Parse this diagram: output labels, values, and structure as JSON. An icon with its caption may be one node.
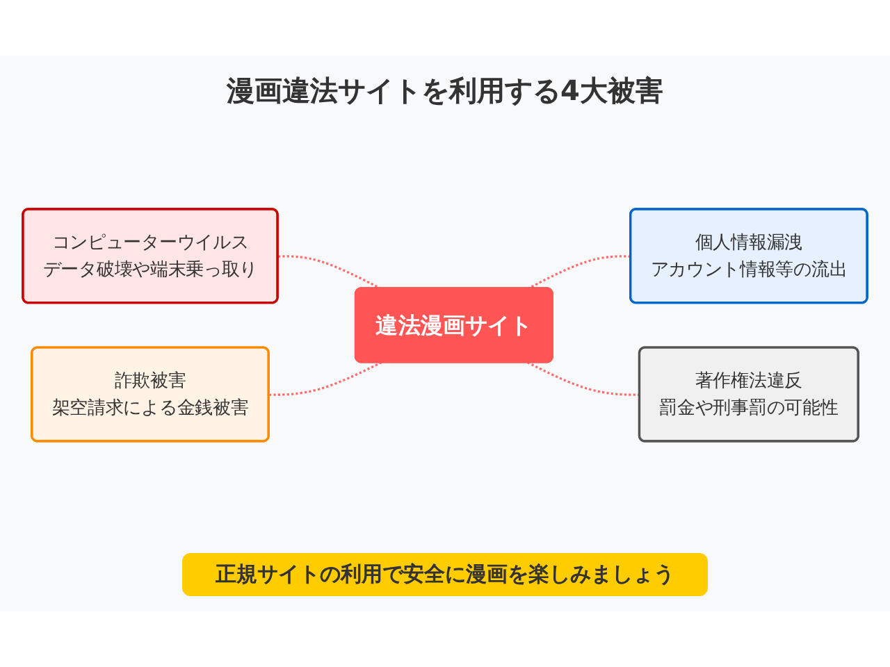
{
  "diagram": {
    "title": "漫画違法サイトを利用する4大被害",
    "nodes": [
      {
        "text": [
          "コンピューターウイルス",
          "データ破壊や端末乗っ取り"
        ]
      },
      {
        "text": [
          "個人情報漏洩",
          "アカウント情報等の流出"
        ]
      },
      {
        "text": [
          "違法漫画サイト"
        ]
      },
      {
        "text": [
          "詐欺被害",
          "架空請求による金銭被害"
        ]
      },
      {
        "text": [
          "著作権法違反",
          "罰金や刑事罰の可能性"
        ]
      }
    ],
    "edges": [
      {
        "from": 0,
        "to": 2,
        "arrow": "none",
        "style": "dashed"
      },
      {
        "from": 2,
        "to": 1,
        "arrow": "none",
        "style": "dashed"
      },
      {
        "from": 3,
        "to": 2,
        "arrow": "none",
        "style": "dashed"
      },
      {
        "from": 2,
        "to": 4,
        "arrow": "none",
        "style": "dashed"
      }
    ],
    "labels": [
      "正規サイトの利用で安全に漫画を楽しみましょう"
    ]
  }
}
